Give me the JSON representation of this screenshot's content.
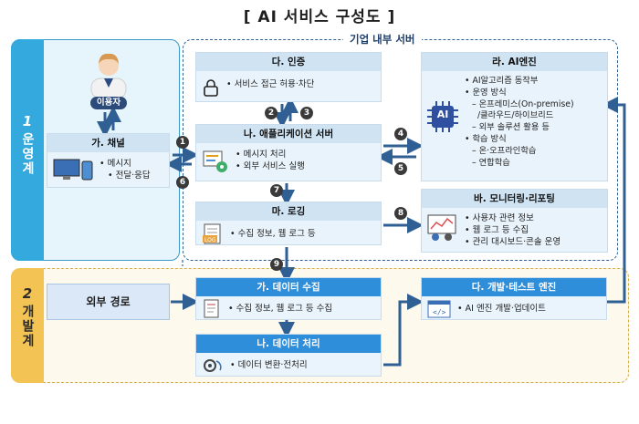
{
  "title": "[ AI 서비스 구성도 ]",
  "enterprise_label": "기업 내부 서버",
  "sections": {
    "operation": {
      "number": "1",
      "label": "운영계"
    },
    "development": {
      "number": "2",
      "label": "개발계"
    }
  },
  "user": {
    "label": "이용자"
  },
  "op_channel": {
    "title": "가. 채널",
    "items": [
      "메시지",
      "전달·응답"
    ]
  },
  "auth": {
    "title": "다. 인증",
    "items": [
      "서비스 접근 허용·차단"
    ]
  },
  "app_server": {
    "title": "나. 애플리케이션 서버",
    "items": [
      "메시지 처리",
      "외부 서비스 실행"
    ]
  },
  "logging": {
    "title": "마. 로깅",
    "items": [
      "수집 정보, 웹 로그 등"
    ]
  },
  "ai_engine": {
    "title": "라. AI엔진",
    "icon_text": "AI",
    "lines": [
      "AI알고리즘 동작부",
      "운영 방식",
      "온프레미스(On-premise)",
      "/클라우드/하이브리드",
      "외부 솔루션 활용 등",
      "학습 방식",
      "온·오프라인학습",
      "연합학습"
    ]
  },
  "monitoring": {
    "title": "바. 모니터링·리포팅",
    "items": [
      "사용자 관련 정보",
      "웹 로그 등 수집",
      "관리 대시보드·콘솔 운영"
    ]
  },
  "external": {
    "label": "외부 경로"
  },
  "data_collect": {
    "title": "가. 데이터 수집",
    "items": [
      "수집 정보, 웹 로그 등 수집"
    ]
  },
  "data_process": {
    "title": "나. 데이터 처리",
    "items": [
      "데이터 변환·전처리"
    ]
  },
  "dev_test": {
    "title": "다. 개발·테스트 엔진",
    "items": [
      "AI 엔진 개발·업데이트"
    ]
  },
  "steps": [
    "1",
    "2",
    "3",
    "4",
    "5",
    "6",
    "7",
    "8",
    "9"
  ],
  "colors": {
    "operation_band": "#33a9de",
    "development_band": "#f3c453",
    "arrow": "#2f5f93",
    "card_header_dev": "#2f8ed9"
  }
}
